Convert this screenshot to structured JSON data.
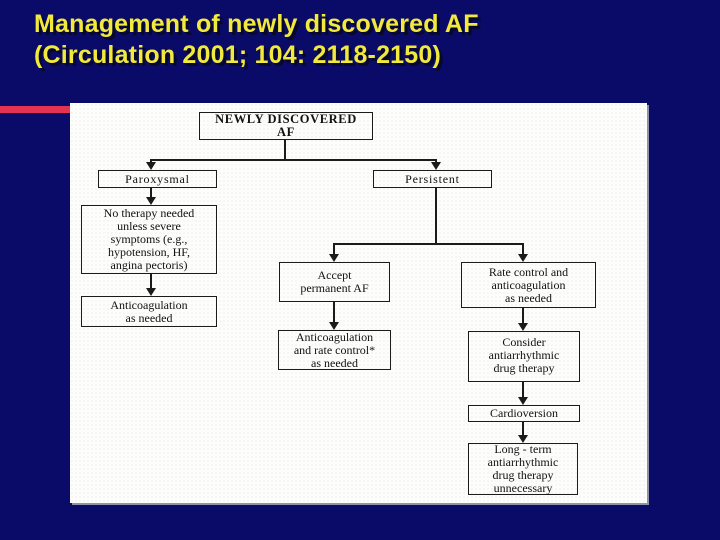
{
  "slide": {
    "title_line1": "Management of newly discovered AF",
    "title_line2": "(Circulation 2001; 104: 2118-2150)",
    "colors": {
      "background": "#0a0a68",
      "title_text": "#f1e93b",
      "accent_bar": "#e23352",
      "panel_background": "#fdfdfb",
      "diagram_ink": "#1b1b1b"
    }
  },
  "flowchart": {
    "nodes": {
      "newly_discovered": "NEWLY DISCOVERED\nAF",
      "paroxysmal": "Paroxysmal",
      "persistent": "Persistent",
      "no_therapy": "No therapy needed\nunless severe\nsymptoms (e.g.,\nhypotension, HF,\nangina pectoris)",
      "anticoagulation": "Anticoagulation\nas needed",
      "accept_permanent": "Accept\npermanent AF",
      "rate_control": "Rate control and\nanticoagulation\nas needed",
      "anticoag_rate_control": "Anticoagulation\nand rate control*\nas needed",
      "consider_antiarrhythmic": "Consider\nantiarrhythmic\ndrug therapy",
      "cardioversion": "Cardioversion",
      "long_term": "Long - term\nantiarrhythmic\ndrug therapy\nunnecessary"
    },
    "edges": [
      {
        "from": "newly_discovered",
        "to": "paroxysmal"
      },
      {
        "from": "newly_discovered",
        "to": "persistent"
      },
      {
        "from": "paroxysmal",
        "to": "no_therapy"
      },
      {
        "from": "no_therapy",
        "to": "anticoagulation"
      },
      {
        "from": "persistent",
        "to": "accept_permanent"
      },
      {
        "from": "persistent",
        "to": "rate_control"
      },
      {
        "from": "accept_permanent",
        "to": "anticoag_rate_control"
      },
      {
        "from": "rate_control",
        "to": "consider_antiarrhythmic"
      },
      {
        "from": "consider_antiarrhythmic",
        "to": "cardioversion"
      },
      {
        "from": "cardioversion",
        "to": "long_term"
      }
    ]
  }
}
